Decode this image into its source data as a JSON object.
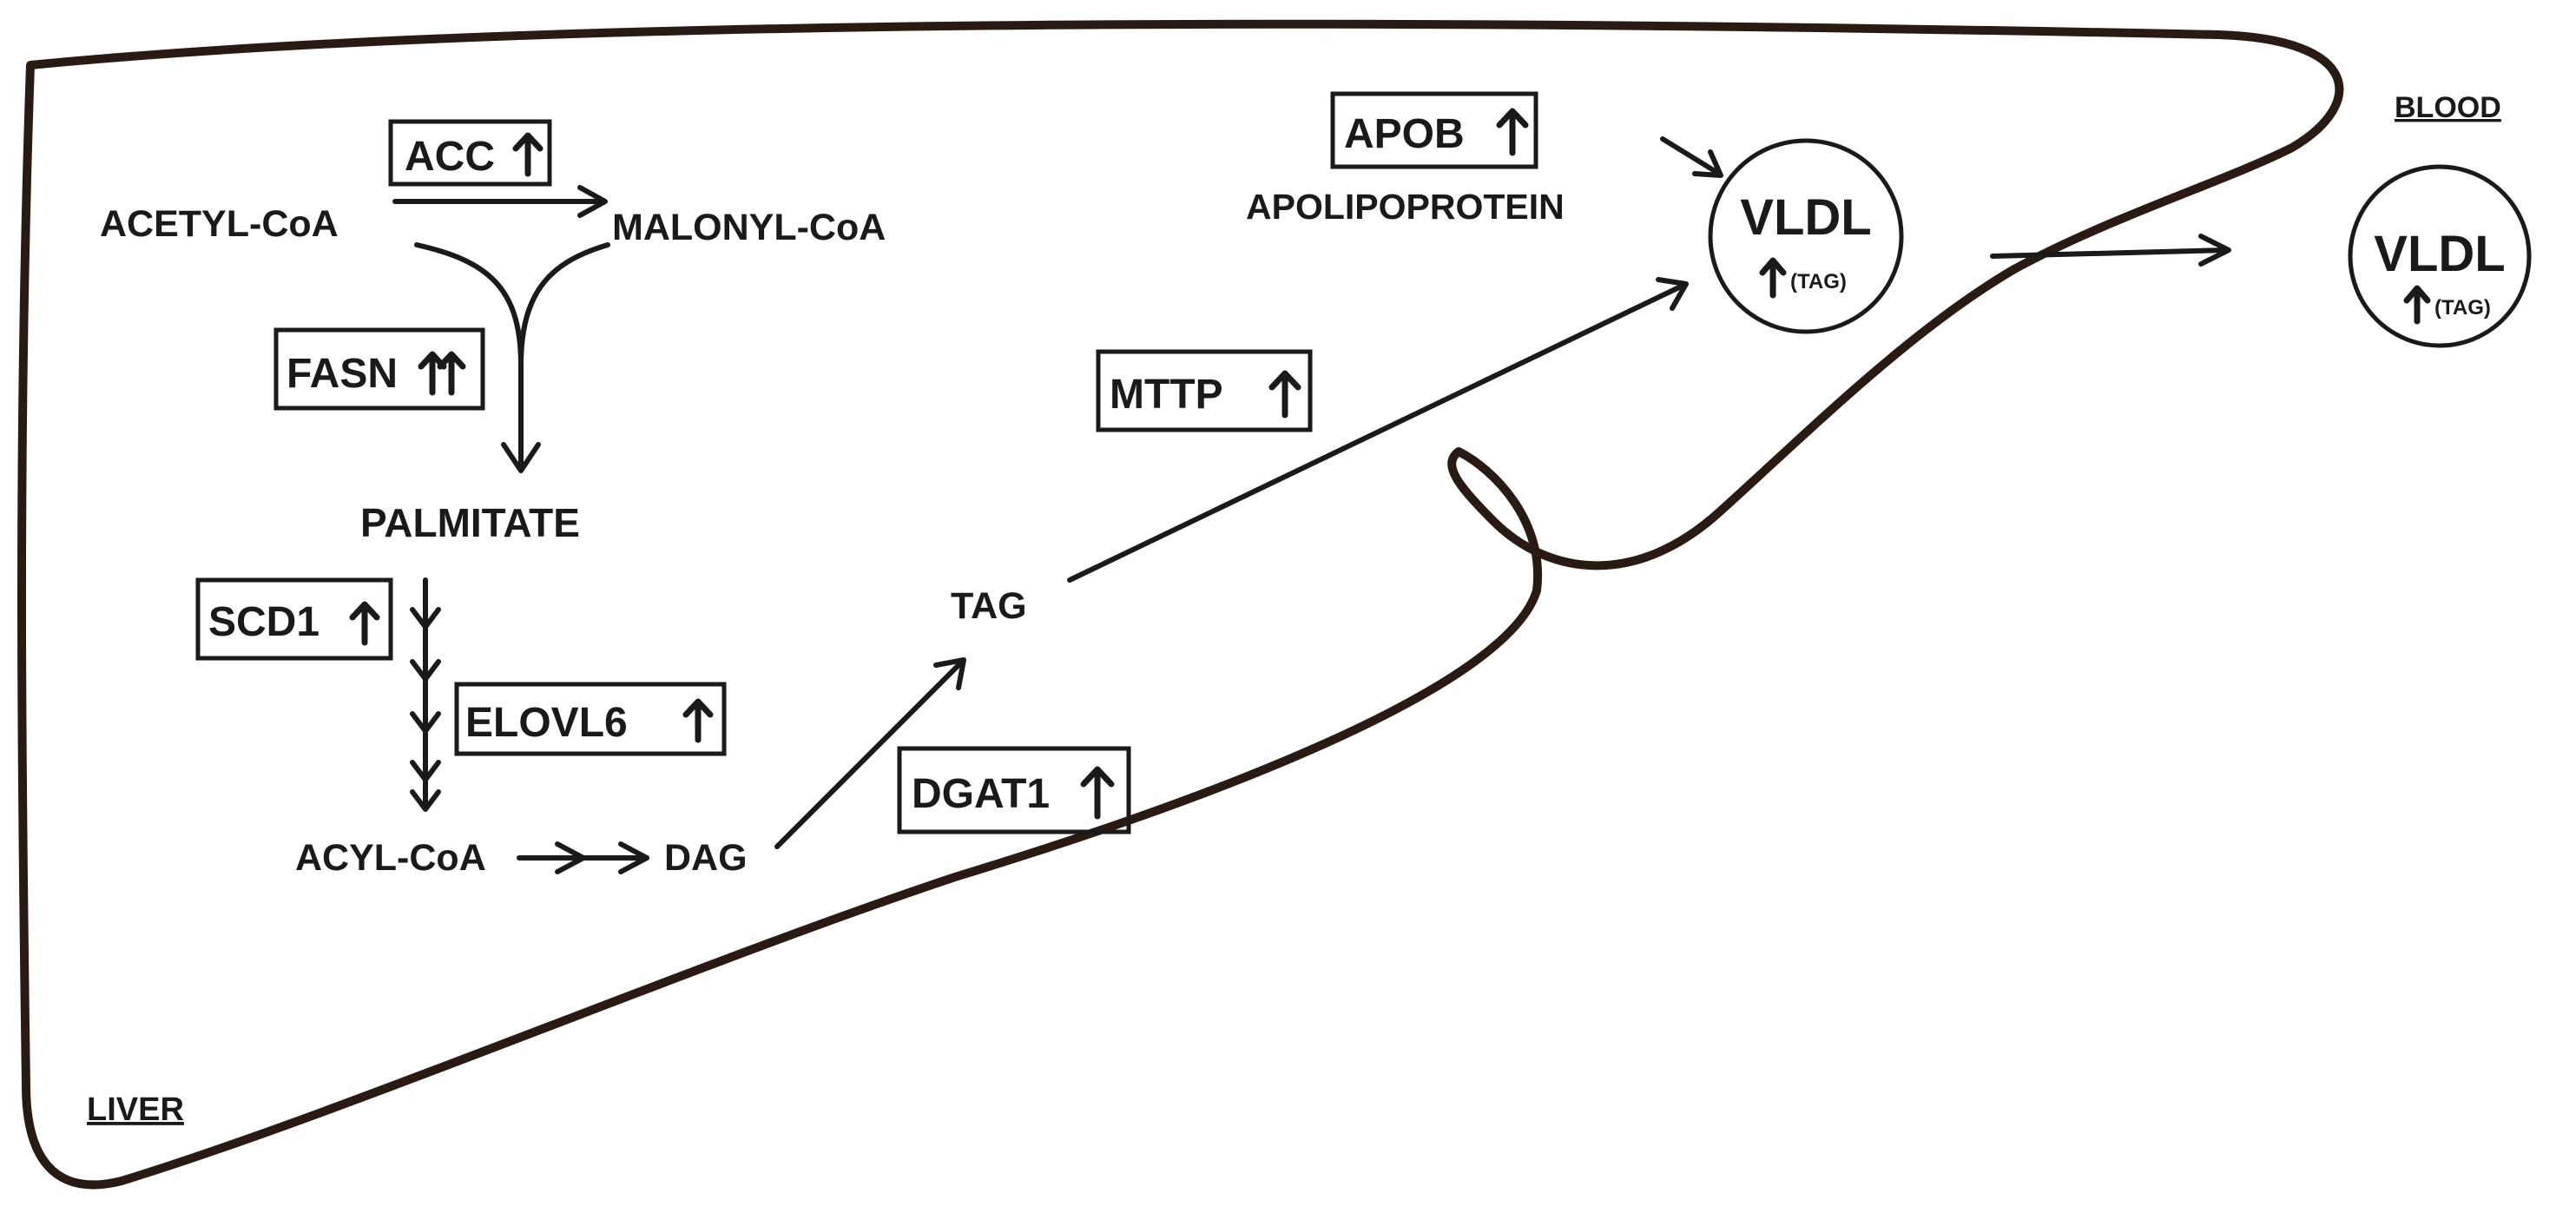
{
  "regions": {
    "liver": "LIVER",
    "blood": "BLOOD"
  },
  "metabolites": {
    "acetyl_coa": "ACETYL-CoA",
    "malonyl_coa": "MALONYL-CoA",
    "palmitate": "PALMITATE",
    "acyl_coa": "ACYL-CoA",
    "dag": "DAG",
    "tag": "TAG",
    "apolipoprotein": "APOLIPOPROTEIN"
  },
  "enzymes": {
    "acc": "ACC",
    "fasn": "FASN",
    "scd1": "SCD1",
    "elovl6": "ELOVL6",
    "dgat1": "DGAT1",
    "mttp": "MTTP",
    "apob": "APOB"
  },
  "vldl": {
    "label": "VLDL",
    "tag_note": "(TAG)"
  },
  "regulation": {
    "acc": "up",
    "fasn": "double-up",
    "scd1": "up",
    "elovl6": "up",
    "dgat1": "up",
    "mttp": "up",
    "apob": "up",
    "vldl_tag": "up"
  },
  "icons": {
    "increase": "up-arrow-icon",
    "strong_increase": "double-up-arrow-icon"
  },
  "colors": {
    "ink": "#1a1a1a",
    "liver_outline": "#2a1a14",
    "background": "#ffffff"
  }
}
